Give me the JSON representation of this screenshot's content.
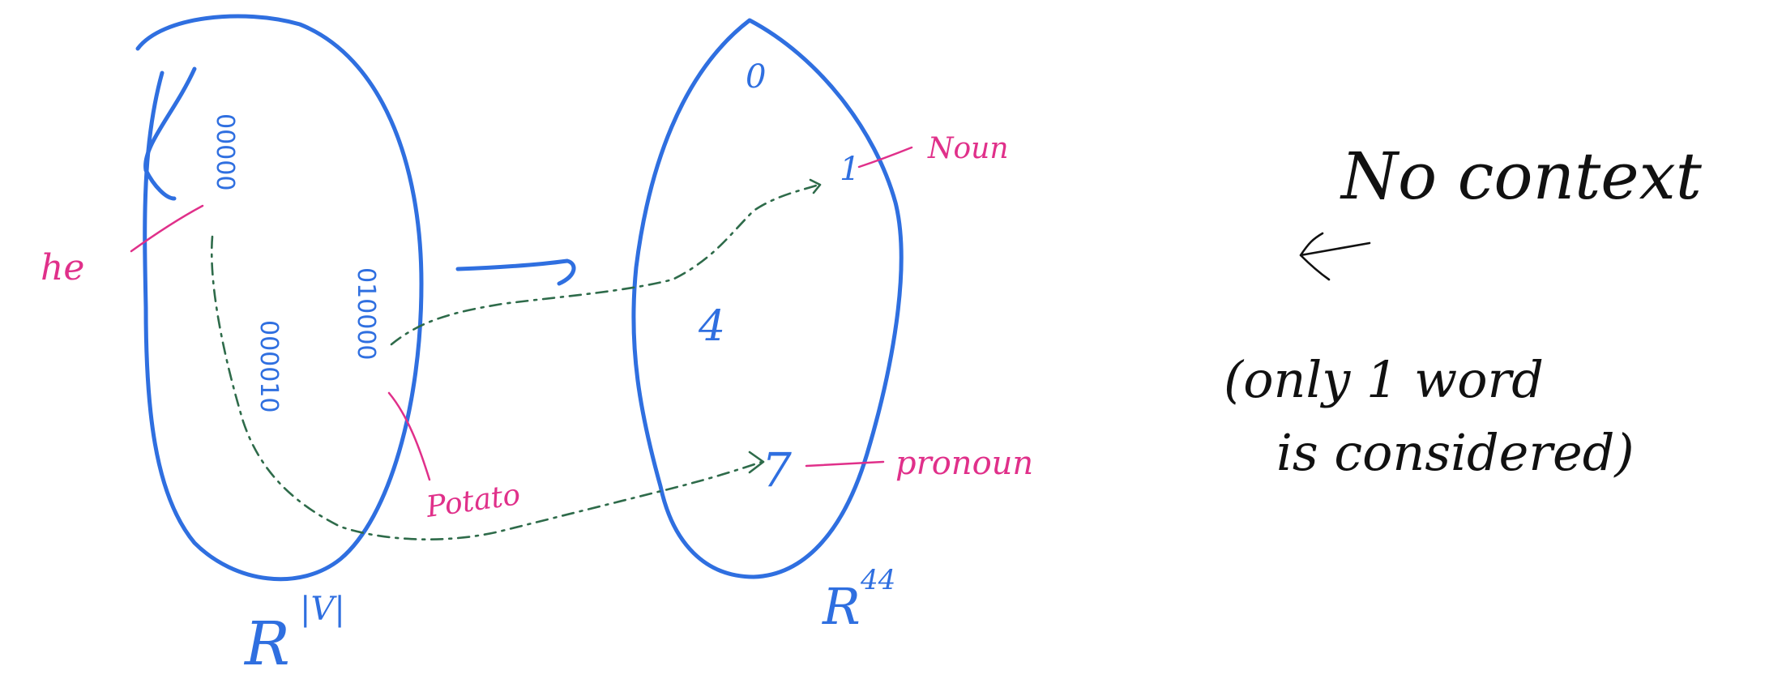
{
  "left_set": {
    "label_base": "R",
    "label_superscript": "|V|",
    "vectors": [
      "00000",
      "000010",
      "010000"
    ]
  },
  "right_set": {
    "label_base": "R",
    "label_superscript": "44",
    "points": [
      "0",
      "1",
      "4",
      "7"
    ]
  },
  "annotations": {
    "he": "he",
    "potato": "Potato",
    "noun": "Noun",
    "pronoun": "pronoun"
  },
  "notes": {
    "title": "No context",
    "line1": "(only 1 word",
    "line2": "is considered)"
  },
  "colors": {
    "set_outline": "#2f6fe0",
    "annotation": "#e0308a",
    "mapping_arrow": "#2e6b4a",
    "notes": "#111111"
  }
}
